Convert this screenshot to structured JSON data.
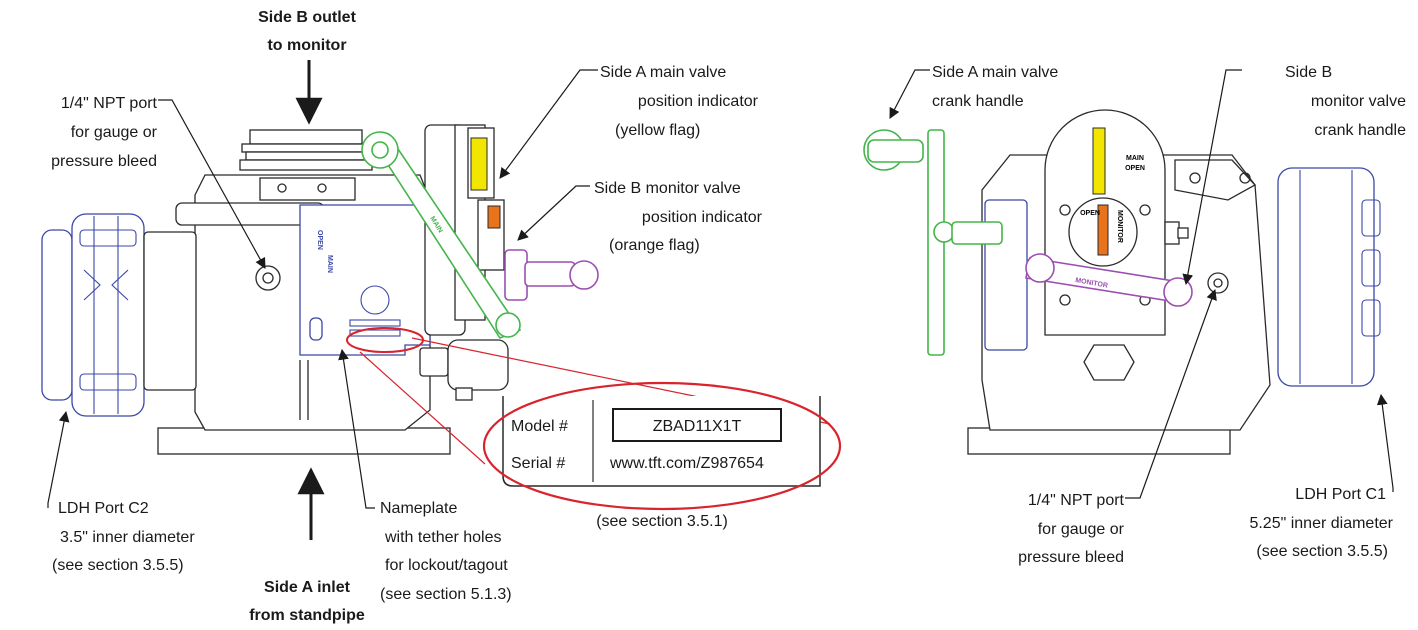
{
  "left_view": {
    "side_b_outlet": [
      "Side B outlet",
      "to monitor"
    ],
    "npt_port": [
      "1/4\" NPT port",
      "for gauge or",
      "pressure bleed"
    ],
    "main_valve_indicator": [
      "Side A main valve",
      "position indicator",
      "(yellow flag)"
    ],
    "monitor_valve_indicator": [
      "Side B monitor valve",
      "position indicator",
      "(orange flag)"
    ],
    "ldh_port_c2": [
      "LDH Port C2",
      "3.5\" inner diameter",
      "(see section 3.5.5)"
    ],
    "nameplate": [
      "Nameplate",
      "with tether holes",
      "for lockout/tagout",
      "(see section 5.1.3)"
    ],
    "side_a_inlet": [
      "Side A inlet",
      "from standpipe"
    ],
    "nameplate_ref": "(see section 3.5.1)",
    "main_handle_text": "MAIN",
    "plate_text": [
      "OPEN",
      "MAIN"
    ]
  },
  "nameplate_detail": {
    "model_label": "Model #",
    "model_value": "ZBAD11X1T",
    "serial_label": "Serial #",
    "serial_value": "www.tft.com/Z987654"
  },
  "right_view": {
    "main_crank": [
      "Side A main valve",
      "crank handle"
    ],
    "monitor_crank": [
      "Side B",
      "monitor valve",
      "crank handle"
    ],
    "npt_port": [
      "1/4\" NPT port",
      "for gauge or",
      "pressure bleed"
    ],
    "ldh_port_c1": [
      "LDH Port C1",
      "5.25\" inner diameter",
      "(see section 3.5.5)"
    ],
    "main_open_text": [
      "MAIN",
      "OPEN"
    ],
    "open_text": "OPEN",
    "monitor_dial_text": "MONITOR",
    "monitor_handle_text": "MONITOR"
  },
  "colors": {
    "main_handle": "#43b54a",
    "monitor_handle": "#9b4fb0",
    "plate_blue": "#3b47a8",
    "yellow_flag": "#f2e600",
    "orange_flag": "#e8731a",
    "callout_red": "#d9232d"
  }
}
